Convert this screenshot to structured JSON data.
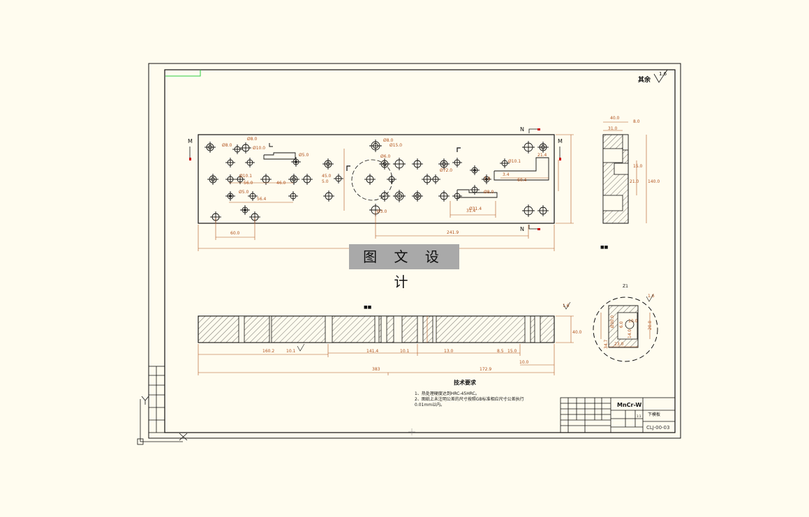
{
  "watermark": "图 文 设 计",
  "surface": {
    "symbol_label": "其余",
    "value": "1.6"
  },
  "section_labels": {
    "m_left": "M",
    "m_right": "M",
    "n_top": "N",
    "n_bottom": "N",
    "z": "Z1"
  },
  "tech_requirements": {
    "title": "技术要求",
    "items": [
      "1、热处理硬度达到HRC-45HRC。",
      "2、图纸上未注明公差的尺寸按照GB标准相应尺寸公差执行",
      "0.01mm以内。"
    ]
  },
  "title_block": {
    "material": "MnCr-W",
    "part_name": "下模板",
    "drawing_no": "CLJ-00-03",
    "scale": "1:1"
  },
  "dimensions": {
    "plan": [
      "Ø8.0",
      "Ø8.0",
      "Ø10.0",
      "Ø5.0",
      "Ø10.1",
      "56.0",
      "46.0",
      "Ø5.0",
      "56.4",
      "60.0",
      "Ø8.0",
      "Ø15.0",
      "Ø6.0",
      "Ø72.0",
      "45.0",
      "5.0",
      "Ø10.1",
      "21.4",
      "3.4",
      "60.4",
      "Ø3.0",
      "Ø31.4",
      "241.9",
      "Ø8.0",
      "7.0",
      "31.4"
    ],
    "plan_side": [
      "40.0",
      "31.0",
      "8.0",
      "15.0",
      "21.0",
      "140.0"
    ],
    "section": [
      "160.2",
      "10.1",
      "141.4",
      "10.1",
      "13.0",
      "8.5",
      "15.0",
      "10.0",
      "383",
      "172.9",
      "1.6",
      "40.0"
    ],
    "detail": [
      "1.6",
      "Ø30.0",
      "34.7",
      "23.0",
      "6.0",
      "10.0",
      "14.0",
      "20.0"
    ]
  }
}
